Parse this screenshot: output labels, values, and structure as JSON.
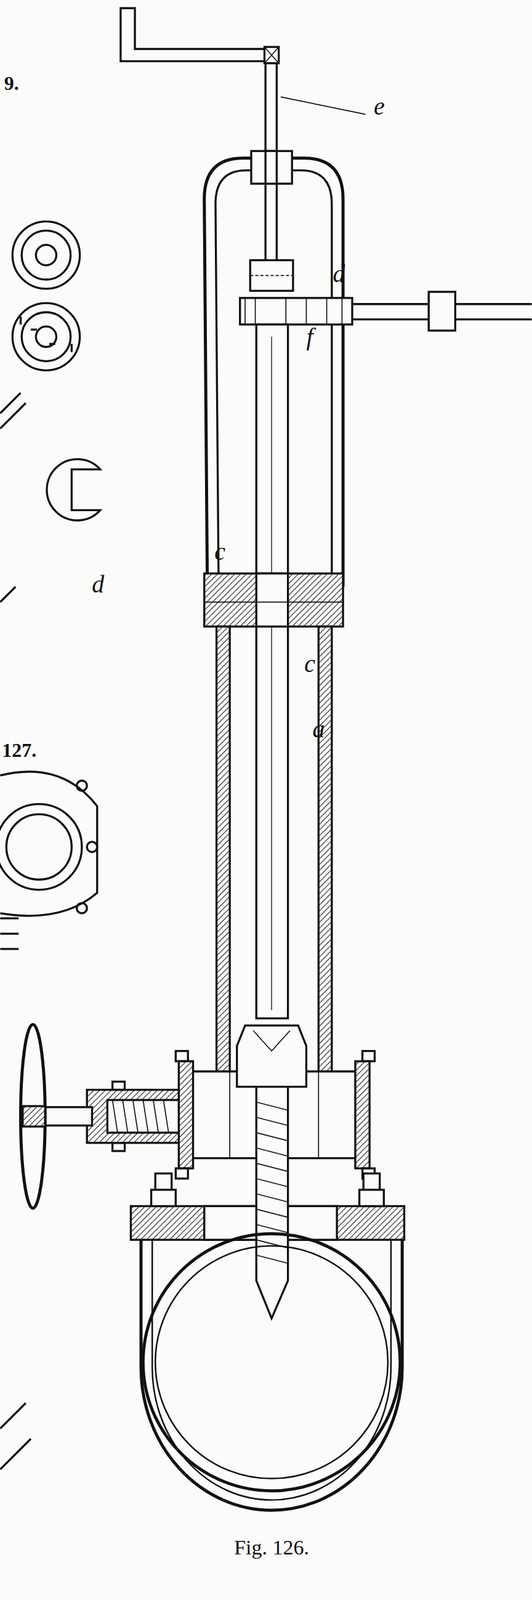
{
  "diagram": {
    "caption": "Fig. 126.",
    "labels": [
      "9.",
      "d",
      "127.",
      "e",
      "d",
      "f",
      "c",
      "c",
      "a"
    ]
  }
}
